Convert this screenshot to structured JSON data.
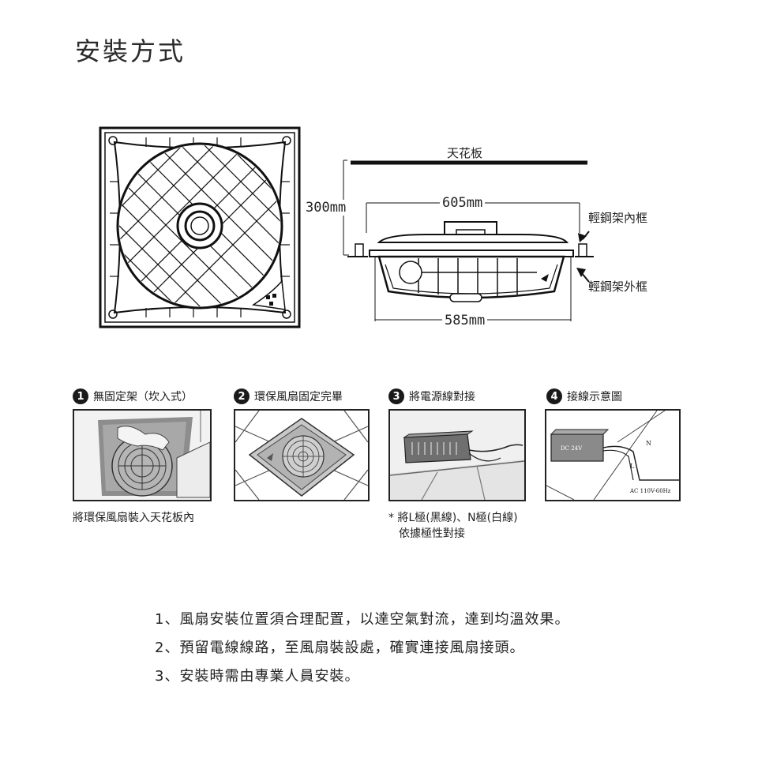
{
  "title": "安裝方式",
  "diagram": {
    "ceiling_label": "天花板",
    "dim_height": "300mm",
    "dim_top": "605mm",
    "dim_bottom": "585mm",
    "inner_frame_label": "輕鋼架內框",
    "outer_frame_label": "輕鋼架外框"
  },
  "steps": [
    {
      "num": "1",
      "title": "無固定架（坎入式）",
      "caption": "將環保風扇裝入天花板內"
    },
    {
      "num": "2",
      "title": "環保風扇固定完畢"
    },
    {
      "num": "3",
      "title": "將電源線對接",
      "caption_line1": "* 將L極(黑線)、N極(白線)",
      "caption_line2": "依據極性對接"
    },
    {
      "num": "4",
      "title": "接線示意圖",
      "box_label": "DC 24V",
      "ac_label": "AC 110V-60Hz",
      "n_label": "N",
      "l_label": "L"
    }
  ],
  "rules": [
    "1、風扇安裝位置須合理配置，以達空氣對流，達到均溫效果。",
    "2、預留電線線路，至風扇裝設處，確實連接風扇接頭。",
    "3、安裝時需由專業人員安裝。"
  ]
}
